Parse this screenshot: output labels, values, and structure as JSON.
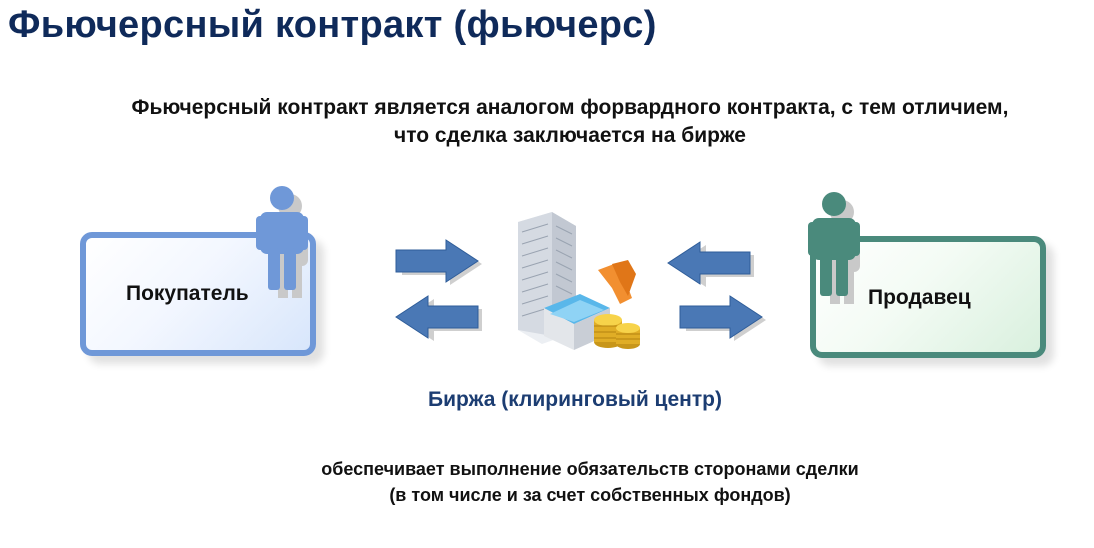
{
  "title": "Фьючерсный контракт (фьючерс)",
  "subtitle": {
    "line1": "Фьючерсный контракт является аналогом форвардного контракта, с тем отличием,",
    "line2": "что сделка заключается на бирже"
  },
  "buyer": {
    "label": "Покупатель",
    "icon": "person-icon",
    "color": "#6f98d8"
  },
  "seller": {
    "label": "Продавец",
    "icon": "person-icon",
    "color": "#4a8a7c"
  },
  "exchange": {
    "label": "Биржа (клиринговый центр)",
    "icon": "building-with-coins-icon"
  },
  "footer": {
    "line1": "обеспечивает выполнение обязательств сторонами сделки",
    "line2": "(в том числе и за счет собственных фондов)"
  },
  "colors": {
    "title": "#0f2a5a",
    "arrow": "#4a78b5",
    "exchange_label": "#1c3d72"
  }
}
